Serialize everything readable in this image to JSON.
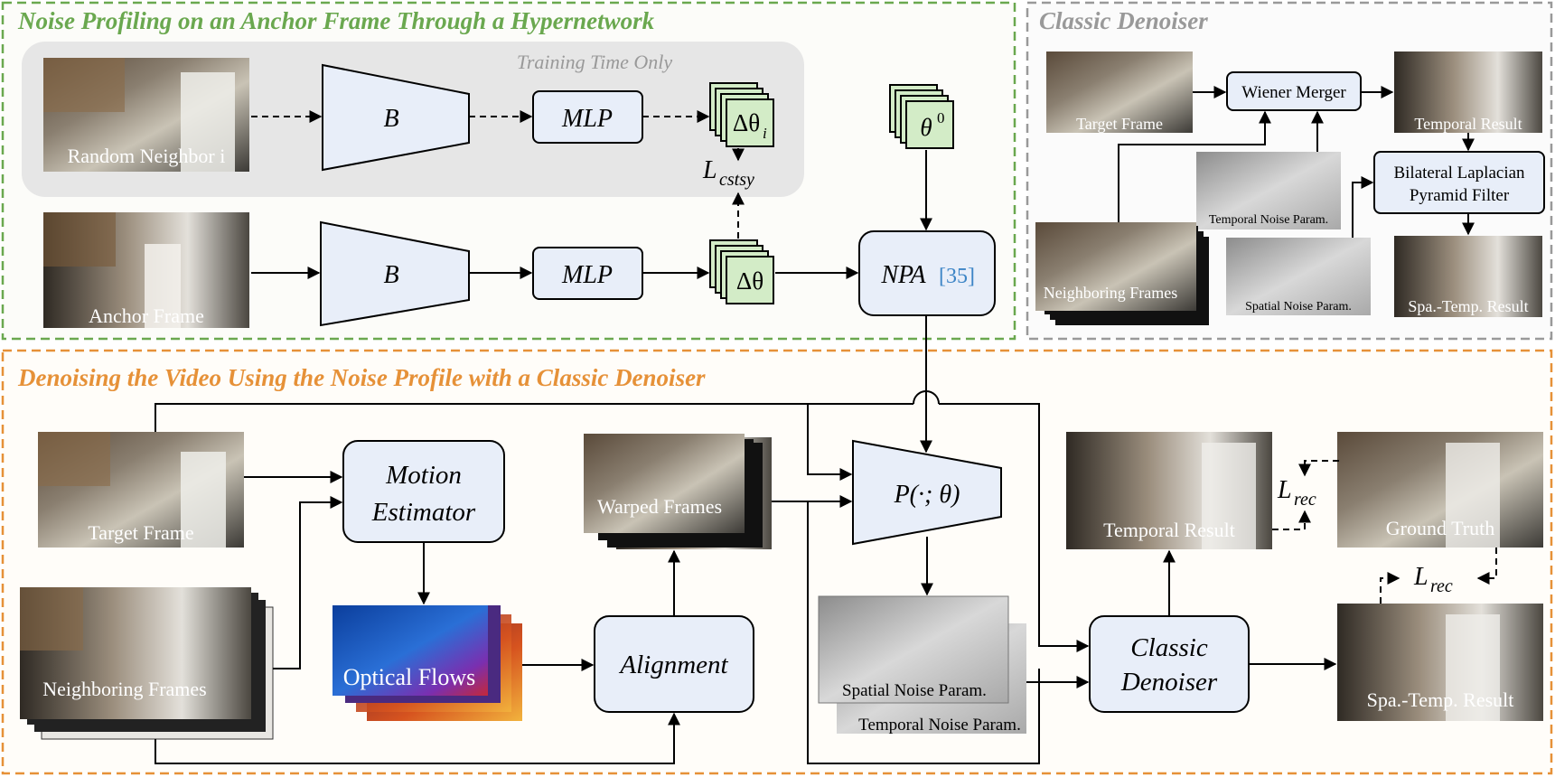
{
  "colors": {
    "green_section": "#6aa84f",
    "orange_section": "#e69138",
    "gray_section": "#999999",
    "block_fill": "#e8eef9",
    "param_fill": "#d3ecc7",
    "training_bg": "#e6e6e6",
    "citation": "#3d85c6"
  },
  "panels": {
    "profiling_title": "Noise Profiling on an Anchor Frame Through a Hypernetwork",
    "classic_title": "Classic Denoiser",
    "denoising_title": "Denoising the Video Using the Noise Profile with a Classic Denoiser",
    "training_only": "Training Time Only"
  },
  "profiling": {
    "random_neighbor": "Random Neighbor i",
    "anchor_frame": "Anchor Frame",
    "b_label": "B",
    "mlp_label": "MLP",
    "delta_theta_i": "Δθ",
    "delta_theta_i_sub": "i",
    "delta_theta": "Δθ",
    "theta0": "θ",
    "theta0_sup": "0",
    "loss_main": "L",
    "loss_sub": "cstsy",
    "npa_label": "NPA",
    "npa_cite": "[35]"
  },
  "classic": {
    "target_frame": "Target Frame",
    "wiener_merger": "Wiener Merger",
    "temporal_result": "Temporal Result",
    "temporal_noise_param": "Temporal Noise Param.",
    "bilateral_line1": "Bilateral Laplacian",
    "bilateral_line2": "Pyramid Filter",
    "neighboring_frames": "Neighboring Frames",
    "spatial_noise_param": "Spatial Noise Param.",
    "spa_temp_result": "Spa.-Temp. Result"
  },
  "denoising": {
    "target_frame": "Target Frame",
    "motion_estimator_line1": "Motion",
    "motion_estimator_line2": "Estimator",
    "warped_frames": "Warped Frames",
    "p_theta": "P(·; θ)",
    "neighboring_frames": "Neighboring Frames",
    "optical_flows": "Optical Flows",
    "alignment": "Alignment",
    "spatial_noise_param": "Spatial Noise Param.",
    "temporal_noise_param": "Temporal Noise Param.",
    "classic_denoiser_line1": "Classic",
    "classic_denoiser_line2": "Denoiser",
    "temporal_result": "Temporal Result",
    "ground_truth": "Ground Truth",
    "spa_temp_result": "Spa.-Temp. Result",
    "loss_rec": "L",
    "loss_rec_sub": "rec",
    "loss_rec2": "L",
    "loss_rec2_sub": "rec"
  }
}
